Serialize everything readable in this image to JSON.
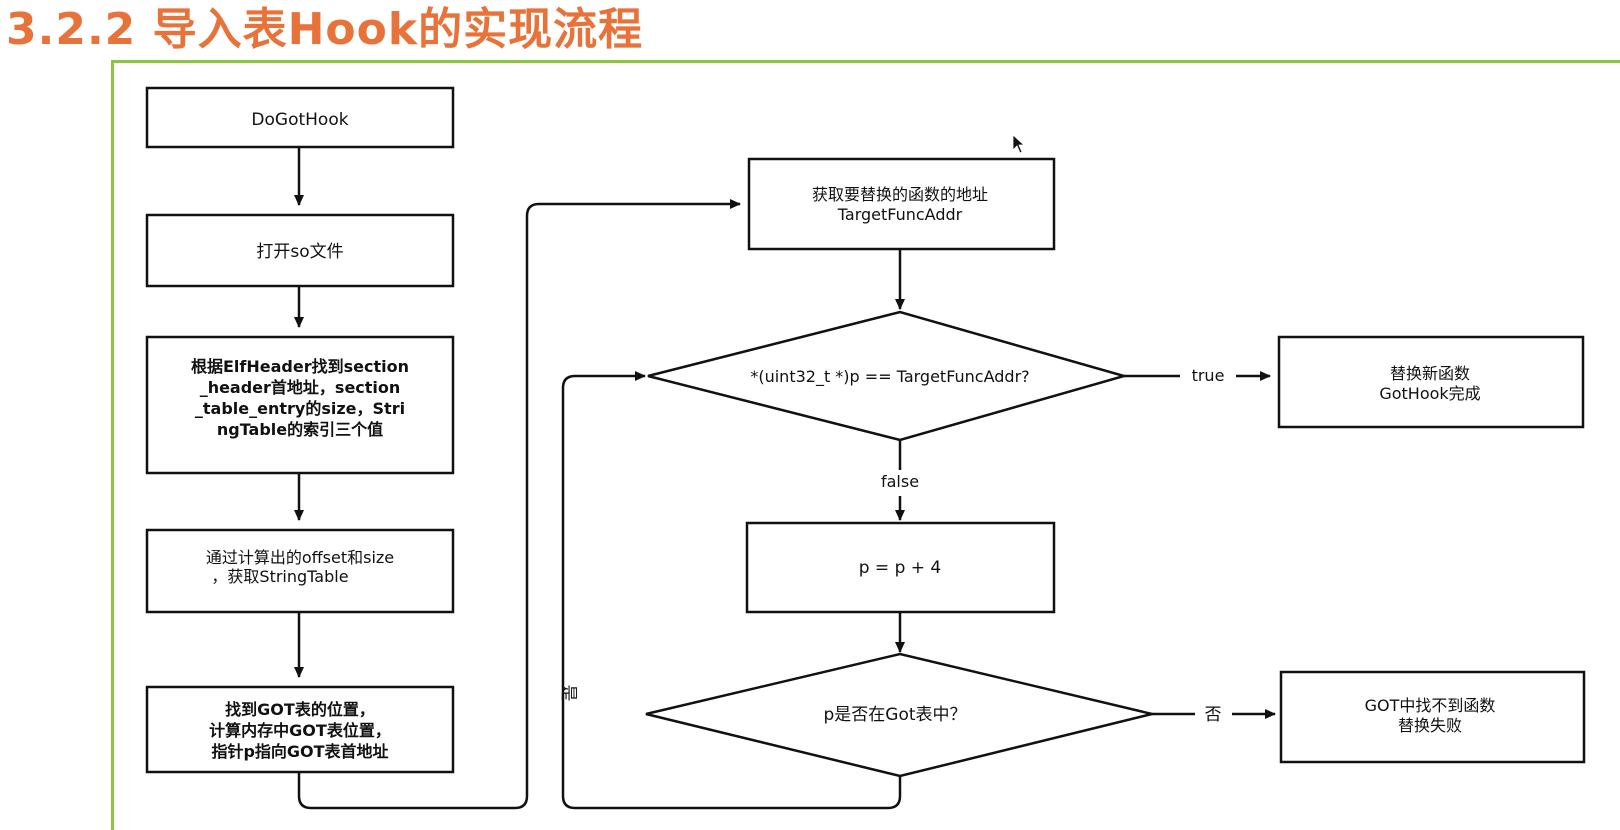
{
  "title": "3.2.2 导入表Hook的实现流程",
  "nodes": {
    "dogothook": [
      "DoGotHook"
    ],
    "open_so": [
      "打开so文件"
    ],
    "find_section": [
      "根据ElfHeader找到section",
      "_header首地址，section",
      "_table_entry的size，Stri",
      "ngTable的索引三个值"
    ],
    "get_stringtable": [
      "通过计算出的offset和size",
      "，获取StringTable"
    ],
    "find_got": [
      "找到GOT表的位置，",
      "计算内存中GOT表位置，",
      "指针p指向GOT表首地址"
    ],
    "get_target": [
      "获取要替换的函数的地址",
      "TargetFuncAddr"
    ],
    "compare": [
      "*(uint32_t *)p == TargetFuncAddr?"
    ],
    "replace_done": [
      "替换新函数",
      "GotHook完成"
    ],
    "increment": [
      "p = p + 4"
    ],
    "in_got": [
      "p是否在Got表中？"
    ],
    "fail": [
      "GOT中找不到函数",
      "替换失败"
    ]
  },
  "edge_labels": {
    "true": "true",
    "false": "false",
    "yes": "是",
    "no": "否"
  },
  "colors": {
    "title": "#e8733a",
    "frame": "#8cc63f",
    "stroke": "#111111"
  }
}
